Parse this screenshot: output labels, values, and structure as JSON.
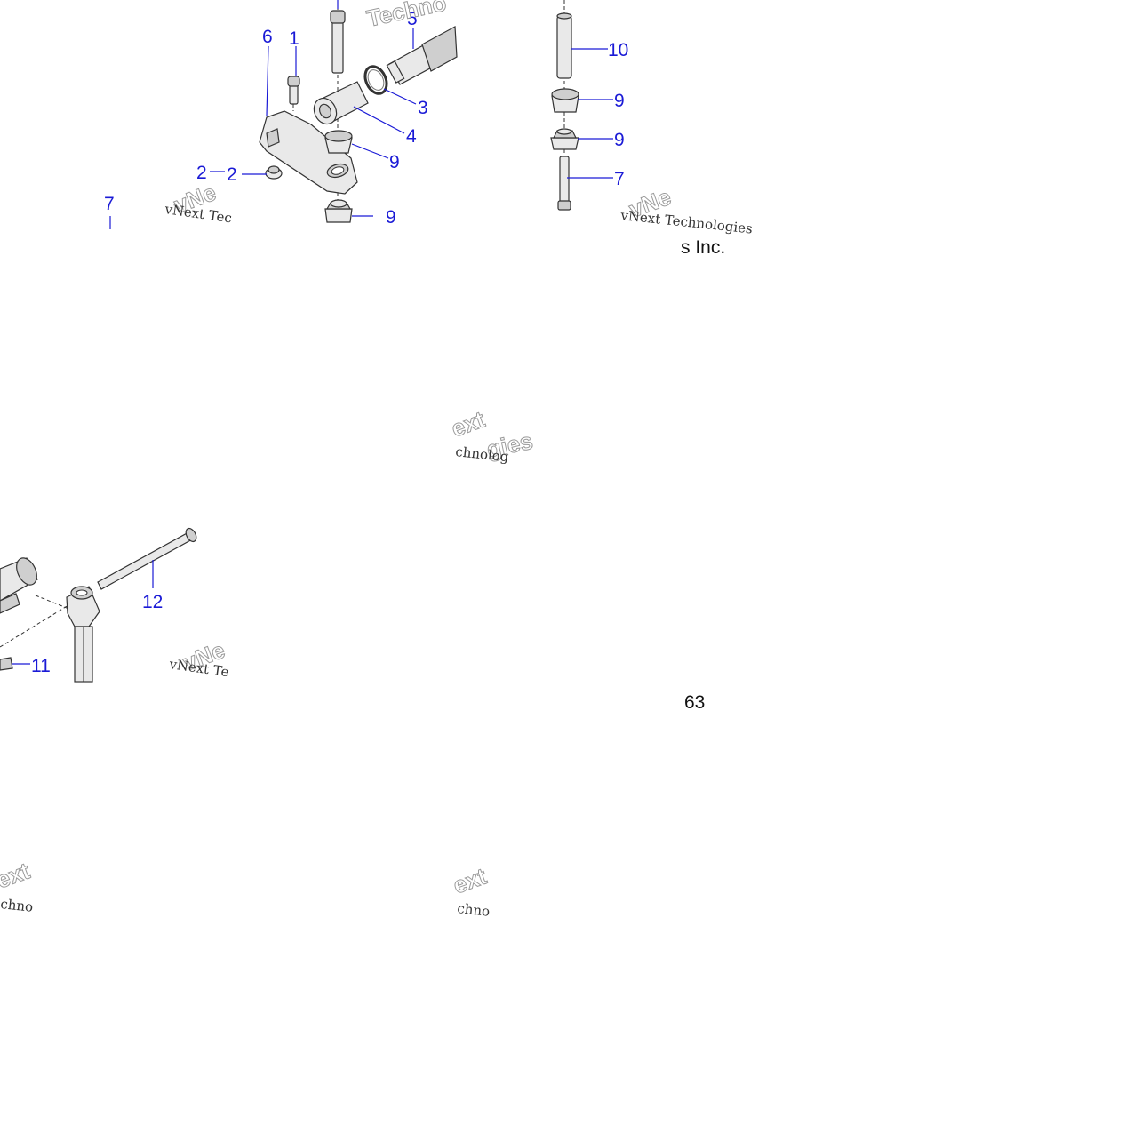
{
  "callouts": {
    "c1": "1",
    "c2a": "2",
    "c2b": "2",
    "c3": "3",
    "c4": "4",
    "c5": "5",
    "c6": "6",
    "c7a": "7",
    "c9a": "9",
    "c9b": "9",
    "c10": "10",
    "c9c": "9",
    "c9d": "9",
    "c7b": "7",
    "c12": "12",
    "c11": "11"
  },
  "watermarks": {
    "brand_a": "vNext Tec",
    "brand_b": "vNext Technologies",
    "brand_c": "vNext Te",
    "techno_top": "Techno",
    "vne_a": "vNe",
    "vne_b": "vNe",
    "vne_c": "vNe",
    "ext_mid": "ext",
    "gies_mid": "gies",
    "chnolog_mid": "chnolog",
    "ext_bl": "ext",
    "chno_bl": "chno",
    "ext_bm": "ext",
    "chno_bm": "chno",
    "inc": "s Inc.",
    "num_63": "63"
  },
  "colors": {
    "callout": "#1a1ad6",
    "line": "#333333",
    "part": "#e9e9e9"
  }
}
